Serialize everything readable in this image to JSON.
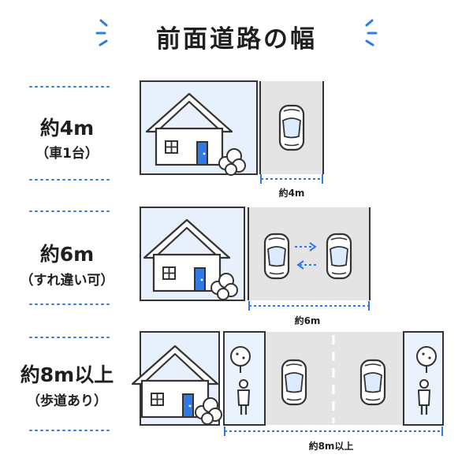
{
  "title": "前面道路の幅",
  "rows": [
    {
      "width_label": "約4m",
      "note": "（車1台）",
      "dimension": "約4m"
    },
    {
      "width_label": "約6m",
      "note": "（すれ違い可）",
      "dimension": "約6m"
    },
    {
      "width_label": "約8m以上",
      "note": "（歩道あり）",
      "dimension": "約8m以上"
    }
  ],
  "colors": {
    "accent": "#2f7ae5",
    "house_bg": "#e8f0fc",
    "road": "#e4e4e4",
    "sidewalk": "#eaf2fd",
    "outline": "#333333"
  },
  "icons": [
    "house-icon",
    "bush-icon",
    "car-icon",
    "tree-icon",
    "person-icon",
    "arrow-right-icon",
    "arrow-left-icon"
  ]
}
